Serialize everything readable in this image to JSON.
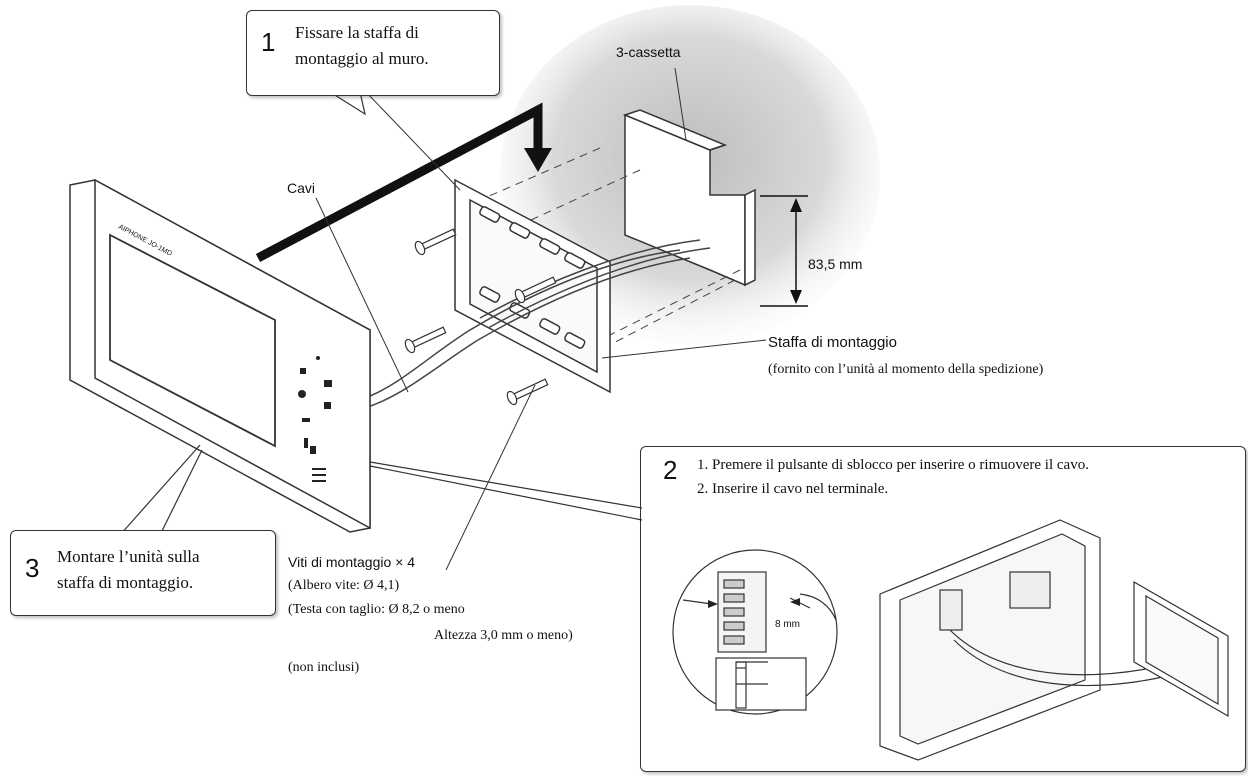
{
  "callout1": {
    "number": "1",
    "line1": "Fissare la staffa di",
    "line2": "montaggio al muro."
  },
  "callout2": {
    "number": "2",
    "line1": "1. Premere il pulsante di sblocco per inserire o rimuovere il cavo.",
    "line2": "2. Inserire il cavo nel terminale.",
    "strip_length": "8 mm"
  },
  "callout3": {
    "number": "3",
    "line1": "Montare l’unità sulla",
    "line2": "staffa di montaggio."
  },
  "labels": {
    "box": "3-cassetta",
    "cables": "Cavi",
    "dimension": "83,5 mm",
    "bracket_title": "Staffa di montaggio",
    "bracket_note": "(fornito con l’unità al momento della spedizione)",
    "screws_title": "Viti di montaggio × 4",
    "screws_shaft": "(Albero vite: Ø 4,1)",
    "screws_head": "(Testa con taglio: Ø 8,2 o meno",
    "screws_height": "Altezza 3,0 mm o meno)",
    "not_included": "(non inclusi)"
  },
  "monitor_brand": "AIPHONE JO-1MD"
}
